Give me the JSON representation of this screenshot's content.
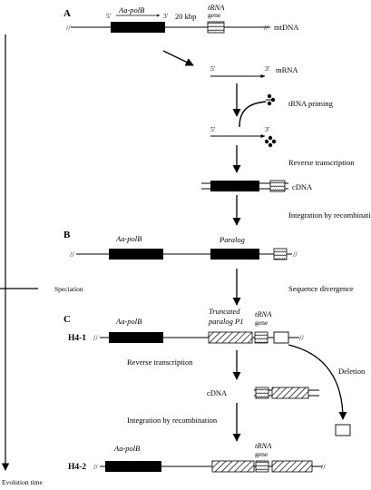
{
  "panels": {
    "a": "A",
    "b": "B",
    "c": "C"
  },
  "rows": {
    "h41": "H4-1",
    "h42": "H4-2"
  },
  "genes": {
    "aapolb": "Aa-polB",
    "paralog": "Paralog",
    "truncated_line1": "Truncated",
    "truncated_line2": "paralog P1",
    "trna_italic": "tRNA",
    "gene_word": "gene"
  },
  "ends": {
    "five": "5'",
    "three": "3'"
  },
  "labels": {
    "distance": "20 kbp",
    "mtdna": "mtDNA",
    "mrna": "mRNA",
    "trna_priming": "tRNA priming",
    "reverse_transcription": "Reverse transcription",
    "cdna": "cDNA",
    "integration": "Integration by recombination",
    "speciation": "Speciation",
    "sequence_divergence": "Sequence divergence",
    "deletion": "Deletion",
    "evolution_time": "Evolution time"
  }
}
